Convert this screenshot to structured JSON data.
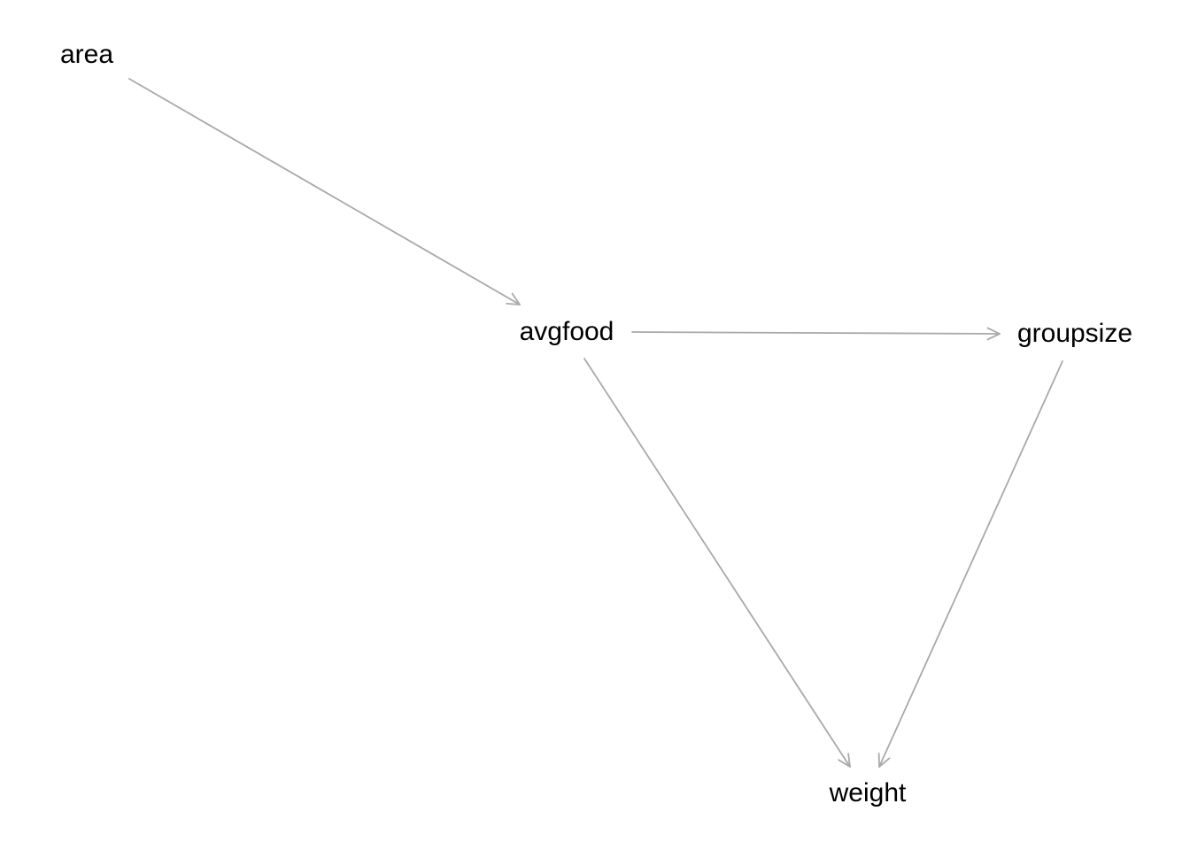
{
  "diagram": {
    "type": "directed-acyclic-graph",
    "edge_color": "#a9a9a9",
    "label_color": "#000000",
    "background": "#ffffff",
    "nodes": [
      {
        "id": "area",
        "label": "area"
      },
      {
        "id": "avgfood",
        "label": "avgfood"
      },
      {
        "id": "groupsize",
        "label": "groupsize"
      },
      {
        "id": "weight",
        "label": "weight"
      }
    ],
    "edges": [
      {
        "from": "area",
        "to": "avgfood"
      },
      {
        "from": "avgfood",
        "to": "groupsize"
      },
      {
        "from": "avgfood",
        "to": "weight"
      },
      {
        "from": "groupsize",
        "to": "weight"
      }
    ]
  }
}
